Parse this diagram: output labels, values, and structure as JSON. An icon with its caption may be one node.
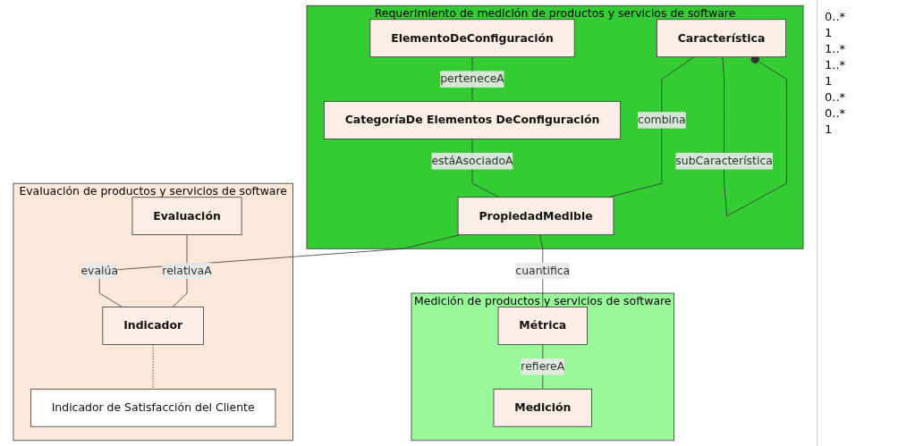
{
  "diagram": {
    "nodes": [
      {
        "text": [
          "Requerimiento de medición de productos y servicios de software"
        ]
      },
      {
        "text": [
          "ElementoDeConfiguración"
        ],
        "in": 0
      },
      {
        "text": [
          "Característica"
        ],
        "in": 0
      },
      {
        "text": [
          "CategoríaDe Elementos DeConfiguración"
        ],
        "in": 0
      },
      {
        "text": [
          "PropiedadMedible"
        ],
        "in": 0
      },
      {
        "text": [
          "Evaluación de productos y servicios de software"
        ]
      },
      {
        "text": [
          "Evaluación"
        ],
        "in": 5
      },
      {
        "text": [
          "Indicador"
        ],
        "in": 5
      },
      {
        "text": [
          "Indicador de Satisfacción del Cliente"
        ],
        "in": 5
      },
      {
        "text": [
          "Medición de productos y servicios de software"
        ]
      },
      {
        "text": [
          "Métrica"
        ],
        "in": 9
      },
      {
        "text": [
          "Medición"
        ],
        "in": 9
      }
    ],
    "edges": [
      {
        "from": 2,
        "to": 2,
        "arrow": "other",
        "label": "subCaracterística"
      },
      {
        "from": 1,
        "to": 3,
        "arrow": "none",
        "label": "perteneceA"
      },
      {
        "from": 3,
        "to": 4,
        "arrow": "none",
        "label": "estáAsociadoA"
      },
      {
        "from": 2,
        "to": 4,
        "arrow": "none",
        "label": "combina"
      },
      {
        "from": 4,
        "to": 7,
        "arrow": "none",
        "label": "evalúa"
      },
      {
        "from": 6,
        "to": 7,
        "arrow": "none",
        "label": "relativaA"
      },
      {
        "from": 7,
        "to": 8,
        "arrow": "none",
        "style": "dashed"
      },
      {
        "from": 4,
        "to": 10,
        "arrow": "none",
        "label": "cuantifica"
      },
      {
        "from": 10,
        "to": 11,
        "arrow": "none",
        "label": "refiereA"
      }
    ],
    "labels": [
      "0..*",
      "1",
      "1..*",
      "1..*",
      "1",
      "0..*",
      "0..*",
      "1"
    ]
  }
}
